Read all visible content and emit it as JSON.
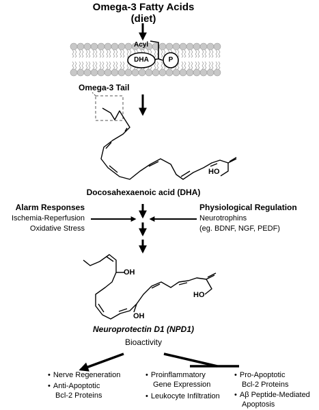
{
  "title": {
    "line1": "Omega-3 Fatty Acids",
    "line2": "(diet)"
  },
  "membrane": {
    "acyl": "Acyl",
    "dha": "DHA",
    "p": "P"
  },
  "omega_tail": "Omega-3 Tail",
  "dha_name": "Docosahexaenoic acid (DHA)",
  "dha_acid": "HO",
  "alarm": {
    "title": "Alarm Responses",
    "line1": "Ischemia-Reperfusion",
    "line2": "Oxidative Stress"
  },
  "physio": {
    "title": "Physiological Regulation",
    "line1": "Neurotrophins",
    "line2": "(eg. BDNF, NGF, PEDF)"
  },
  "npd1": {
    "oh1": "OH",
    "oh2": "OH",
    "ho": "HO",
    "name": "Neuroprotectin D1 (NPD1)",
    "bioactivity": "Bioactivity"
  },
  "effects": {
    "left": [
      "Nerve Regeneration",
      "Anti-Apoptotic",
      "Bcl-2 Proteins"
    ],
    "mid": [
      "Proinflammatory",
      "Gene Expression",
      "Leukocyte Infiltration"
    ],
    "right": [
      "Pro-Apoptotic",
      "Bcl-2 Proteins",
      "Aβ Peptide-Mediated",
      "Apoptosis"
    ]
  }
}
